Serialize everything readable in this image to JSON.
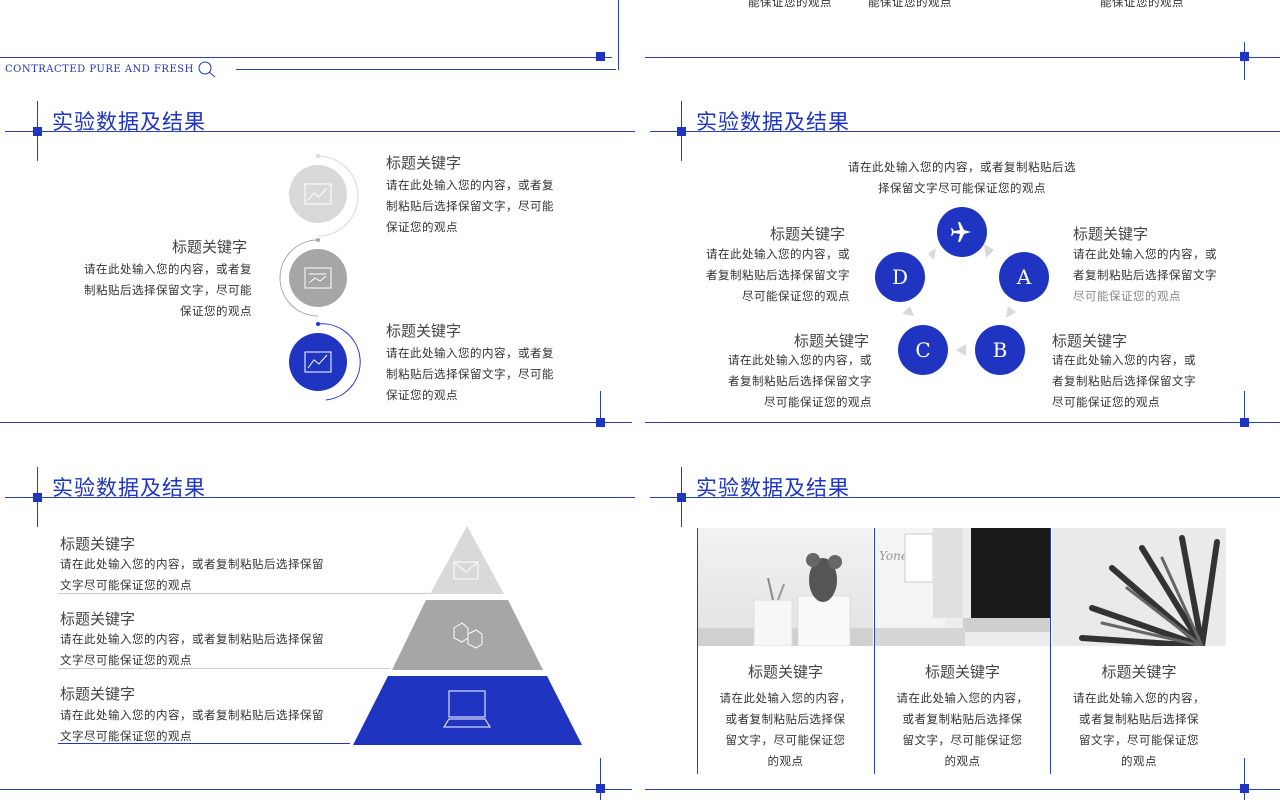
{
  "top_strip": {
    "tagline": "CONTRACTED PURE AND FRESH",
    "partial_texts": [
      "能保证您的观点",
      "能保证您的观点",
      "能保证您的观点"
    ]
  },
  "slide1": {
    "title": "实验数据及结果",
    "items": [
      {
        "heading": "标题关键字",
        "text": [
          "请在此处输入您的内容，或者复",
          "制粘贴后选择保留文字，尽可能",
          "保证您的观点"
        ]
      },
      {
        "heading": "标题关键字",
        "text": [
          "请在此处输入您的内容，或者复",
          "制粘贴后选择保留文字，尽可能",
          "保证您的观点"
        ]
      },
      {
        "heading": "标题关键字",
        "text": [
          "请在此处输入您的内容，或者复",
          "制粘贴后选择保留文字，尽可能",
          "保证您的观点"
        ]
      }
    ]
  },
  "slide2": {
    "title": "实验数据及结果",
    "top_text": [
      "请在此处输入您的内容，或者复制粘贴后选",
      "择保留文字尽可能保证您的观点"
    ],
    "nodes": [
      "A",
      "B",
      "C",
      "D"
    ],
    "items": [
      {
        "heading": "标题关键字",
        "text": [
          "请在此处输入您的内容，或",
          "者复制粘贴后选择保留文字",
          "尽可能保证您的观点"
        ]
      },
      {
        "heading": "标题关键字",
        "text": [
          "请在此处输入您的内容，或",
          "者复制粘贴后选择保留文字",
          "尽可能保证您的观点"
        ]
      },
      {
        "heading": "标题关键字",
        "text": [
          "请在此处输入您的内容，或",
          "者复制粘贴后选择保留文字",
          "尽可能保证您的观点"
        ]
      },
      {
        "heading": "标题关键字",
        "text": [
          "请在此处输入您的内容，或",
          "者复制粘贴后选择保留文字",
          "尽可能保证您的观点"
        ]
      }
    ]
  },
  "slide3": {
    "title": "实验数据及结果",
    "items": [
      {
        "heading": "标题关键字",
        "text": [
          "请在此处输入您的内容，或者复制粘贴后选择保留",
          "文字尽可能保证您的观点"
        ]
      },
      {
        "heading": "标题关键字",
        "text": [
          "请在此处输入您的内容，或者复制粘贴后选择保留",
          "文字尽可能保证您的观点"
        ]
      },
      {
        "heading": "标题关键字",
        "text": [
          "请在此处输入您的内容，或者复制粘贴后选择保留",
          "文字尽可能保证您的观点"
        ]
      }
    ]
  },
  "slide4": {
    "title": "实验数据及结果",
    "cards": [
      {
        "heading": "标题关键字",
        "text": [
          "请在此处输入您的内容，",
          "或者复制粘贴后选择保",
          "留文字，尽可能保证您",
          "的观点"
        ]
      },
      {
        "heading": "标题关键字",
        "text": [
          "请在此处输入您的内容，",
          "或者复制粘贴后选择保",
          "留文字，尽可能保证您",
          "的观点"
        ]
      },
      {
        "heading": "标题关键字",
        "text": [
          "请在此处输入您的内容，",
          "或者复制粘贴后选择保",
          "留文字，尽可能保证您",
          "的观点"
        ]
      }
    ]
  },
  "colors": {
    "accent": "#1f34c0",
    "light_gray": "#d9d9d9",
    "mid_gray": "#a6a6a6"
  }
}
